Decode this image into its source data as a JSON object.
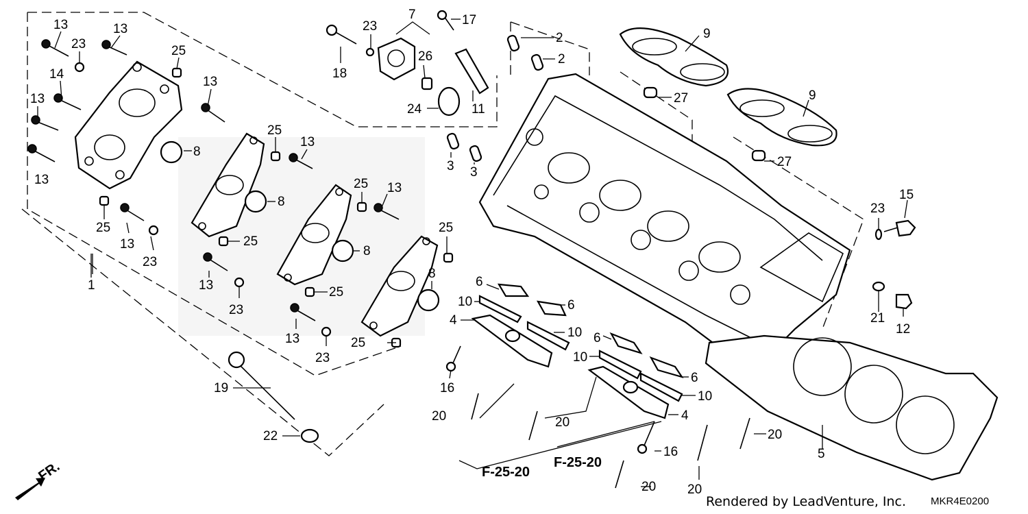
{
  "diagram": {
    "callouts": [
      {
        "id": "c13a",
        "text": "13"
      },
      {
        "id": "c13b",
        "text": "13"
      },
      {
        "id": "c23a",
        "text": "23"
      },
      {
        "id": "c25a",
        "text": "25"
      },
      {
        "id": "c14",
        "text": "14"
      },
      {
        "id": "c13c",
        "text": "13"
      },
      {
        "id": "c8a",
        "text": "8"
      },
      {
        "id": "c13d",
        "text": "13"
      },
      {
        "id": "c25b",
        "text": "25"
      },
      {
        "id": "c13e",
        "text": "13"
      },
      {
        "id": "c23b",
        "text": "23"
      },
      {
        "id": "c1",
        "text": "1"
      },
      {
        "id": "c13f",
        "text": "13"
      },
      {
        "id": "c25c",
        "text": "25"
      },
      {
        "id": "c8b",
        "text": "8"
      },
      {
        "id": "c13g",
        "text": "13"
      },
      {
        "id": "c25d",
        "text": "25"
      },
      {
        "id": "c25e",
        "text": "25"
      },
      {
        "id": "c13h",
        "text": "13"
      },
      {
        "id": "c8c",
        "text": "8"
      },
      {
        "id": "c13i",
        "text": "13"
      },
      {
        "id": "c23c",
        "text": "23"
      },
      {
        "id": "c25f",
        "text": "25"
      },
      {
        "id": "c25g",
        "text": "25"
      },
      {
        "id": "c8d",
        "text": "8"
      },
      {
        "id": "c13j",
        "text": "13"
      },
      {
        "id": "c23d",
        "text": "23"
      },
      {
        "id": "c25h",
        "text": "25"
      },
      {
        "id": "c19",
        "text": "19"
      },
      {
        "id": "c22",
        "text": "22"
      },
      {
        "id": "c18",
        "text": "18"
      },
      {
        "id": "c23e",
        "text": "23"
      },
      {
        "id": "c7",
        "text": "7"
      },
      {
        "id": "c26",
        "text": "26"
      },
      {
        "id": "c24",
        "text": "24"
      },
      {
        "id": "c11",
        "text": "11"
      },
      {
        "id": "c17",
        "text": "17"
      },
      {
        "id": "c2a",
        "text": "2"
      },
      {
        "id": "c2b",
        "text": "2"
      },
      {
        "id": "c9a",
        "text": "9"
      },
      {
        "id": "c9b",
        "text": "9"
      },
      {
        "id": "c27a",
        "text": "27"
      },
      {
        "id": "c27b",
        "text": "27"
      },
      {
        "id": "c3a",
        "text": "3"
      },
      {
        "id": "c3b",
        "text": "3"
      },
      {
        "id": "c15",
        "text": "15"
      },
      {
        "id": "c23f",
        "text": "23"
      },
      {
        "id": "c21",
        "text": "21"
      },
      {
        "id": "c12",
        "text": "12"
      },
      {
        "id": "c6a",
        "text": "6"
      },
      {
        "id": "c6b",
        "text": "6"
      },
      {
        "id": "c10a",
        "text": "10"
      },
      {
        "id": "c4a",
        "text": "4"
      },
      {
        "id": "c10b",
        "text": "10"
      },
      {
        "id": "c6c",
        "text": "6"
      },
      {
        "id": "c10c",
        "text": "10"
      },
      {
        "id": "c6d",
        "text": "6"
      },
      {
        "id": "c10d",
        "text": "10"
      },
      {
        "id": "c4b",
        "text": "4"
      },
      {
        "id": "c16a",
        "text": "16"
      },
      {
        "id": "c16b",
        "text": "16"
      },
      {
        "id": "c20a",
        "text": "20"
      },
      {
        "id": "c20b",
        "text": "20"
      },
      {
        "id": "c20c",
        "text": "20"
      },
      {
        "id": "c20d",
        "text": "20"
      },
      {
        "id": "c20e",
        "text": "20"
      },
      {
        "id": "c5",
        "text": "5"
      }
    ],
    "references": [
      {
        "id": "ref1",
        "text": "F-25-20"
      },
      {
        "id": "ref2",
        "text": "F-25-20"
      }
    ],
    "direction_label": "FR.",
    "credit": "Rendered by LeadVenture, Inc.",
    "diagram_code": "MKR4E0200"
  }
}
